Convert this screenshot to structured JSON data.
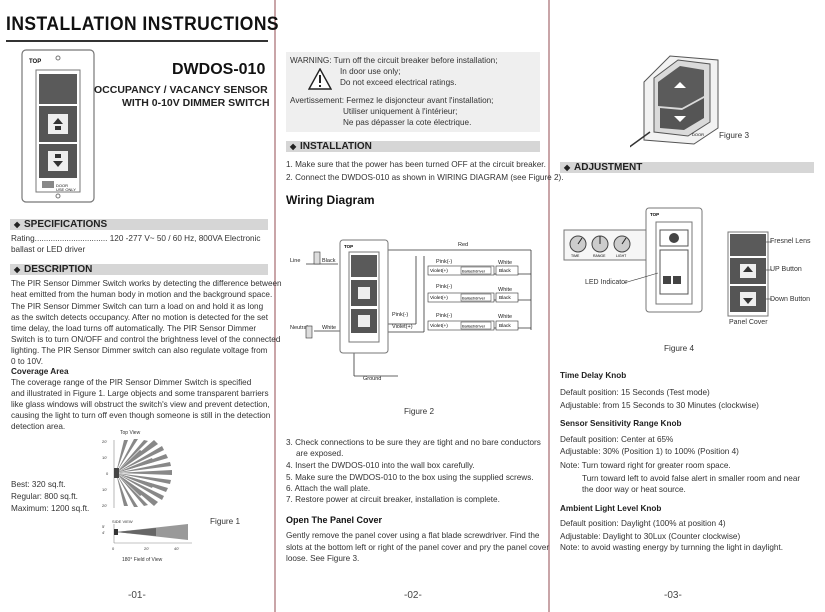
{
  "title": "INSTALLATION INSTRUCTIONS",
  "model": "DWDOS-010",
  "subtitle_line1": "OCCUPANCY / VACANCY SENSOR",
  "subtitle_line2": "WITH 0-10V DIMMER SWITCH",
  "switch_labels": {
    "top": "TOP",
    "door_use": "DOOR",
    "use_only": "USE ONLY"
  },
  "specifications": {
    "heading": "SPECIFICATIONS",
    "line1": "Rating................................ 120 -277 V~ 50 / 60 Hz, 800VA Electronic",
    "line2": "ballast or LED driver"
  },
  "description": {
    "heading": "DESCRIPTION",
    "p1_l1": "The PIR Sensor Dimmer Switch works by detecting the difference between",
    "p1_l2": "heat emitted from the human body in motion and the background space.",
    "p2_l1": "The PIR Sensor Dimmer Switch can turn a load on and hold it as long",
    "p2_l2": "as the switch detects occupancy. After no motion is detected for the set",
    "p2_l3": "time delay, the load turns off automatically. The PIR Sensor Dimmer",
    "p2_l4": "Switch is to turn ON/OFF and control the brightness level of the connected",
    "p2_l5": "lighting. The PIR Sensor Dimmer switch can also regulate voltage from",
    "p2_l6": "0 to 10V.",
    "coverage_heading": "Coverage Area",
    "c_l1": "The coverage range of the PIR Sensor Dimmer Switch is specified",
    "c_l2": "and illustrated in Figure 1. Large objects and some transparent barriers",
    "c_l3": "like glass windows will obstruct the switch's view and prevent detection,",
    "c_l4": "causing the light to turn off  even though someone is still in the detection",
    "c_l5": "detection area."
  },
  "coverage": {
    "best": "Best: 320 sq.ft.",
    "regular": "Regular: 800 sq.ft.",
    "maximum": "Maximum: 1200 sq.ft.",
    "top_view": "Top View",
    "side_view": "SIDE VIEW",
    "field": "180°  Field  of  View",
    "figure": "Figure 1",
    "y_ticks": [
      "20'",
      "10'",
      "0",
      "10'",
      "20'"
    ],
    "side_y": [
      "5'",
      "4'"
    ],
    "side_x": [
      "0",
      "20'",
      "40'"
    ]
  },
  "warning": {
    "l1": "WARNING:  Turn off the circuit breaker before installation;",
    "l2": "In door use only;",
    "l3": "Do not exceed electrical ratings.",
    "f1": "Avertissement: Fermez le disjoncteur avant l'installation;",
    "f2": "Utiliser uniquement à l'intérieur;",
    "f3": "Ne pas dépasser la cote électrique."
  },
  "installation": {
    "heading": "INSTALLATION",
    "s1": "1. Make sure that the power has been turned OFF at the circuit breaker.",
    "s2": "2. Connect the DWDOS-010 as shown in WIRING DIAGRAM (see Figure 2).",
    "wiring_title": "Wiring Diagram",
    "s3": "3. Check connections to be sure they are tight and no bare conductors",
    "s3b": "are exposed.",
    "s4": "4. Insert the DWDOS-010 into the wall box carefully.",
    "s5": "5. Make sure the DWDOS-010 to the box using the supplied screws.",
    "s6": "6. Attach the wall plate.",
    "s7": "7. Restore power at circuit breaker, installation is complete.",
    "panel_heading": "Open The Panel Cover",
    "pc1": "Gently remove the panel cover using a flat blade screwdriver. Find the",
    "pc2": "slots at the bottom left or right of the panel cover and pry the panel cover",
    "pc3": "loose. See Figure 3."
  },
  "wiring": {
    "line": "Line",
    "black": "Black",
    "neutral": "Neutral",
    "white": "White",
    "red": "Red",
    "pink": "Pink(-)",
    "violet": "Violet(+)",
    "ballast": "Ballast/driver",
    "white_r": "White",
    "black_r": "Black",
    "ground": "Ground",
    "figure": "Figure 2"
  },
  "figure3": "Figure 3",
  "adjustment": {
    "heading": "ADJUSTMENT",
    "led": "LED Indicator",
    "fresnel": "Fresnel Lens",
    "up": "UP Button",
    "down": "Down Button",
    "panel_cover": "Panel Cover",
    "figure4": "Figure 4",
    "knob_labels": [
      "TIME",
      "RANGE",
      "LIGHT"
    ],
    "time_heading": "Time Delay Knob",
    "t1": "Default position: 15 Seconds (Test mode)",
    "t2": "Adjustable: from 15 Seconds to 30 Minutes (clockwise)",
    "sens_heading": "Sensor Sensitivity Range Knob",
    "s1": "Default position: Center at 65%",
    "s2": "Adjustable: 30% (Position 1) to 100% (Position 4)",
    "n1": "Note: Turn toward right for greater room space.",
    "n2": "Turn toward left to avoid false alert in smaller room and near",
    "n3": "the door way or heat source.",
    "amb_heading": "Ambient Light Level Knob",
    "a1": "Default position: Daylight (100% at position 4)",
    "a2": "Adjustable: Daylight to 30Lux (Counter clockwise)",
    "a3": "Note: to avoid wasting energy by turnning the light in daylight."
  },
  "pages": {
    "p1": "-01-",
    "p2": "-02-",
    "p3": "-03-"
  }
}
